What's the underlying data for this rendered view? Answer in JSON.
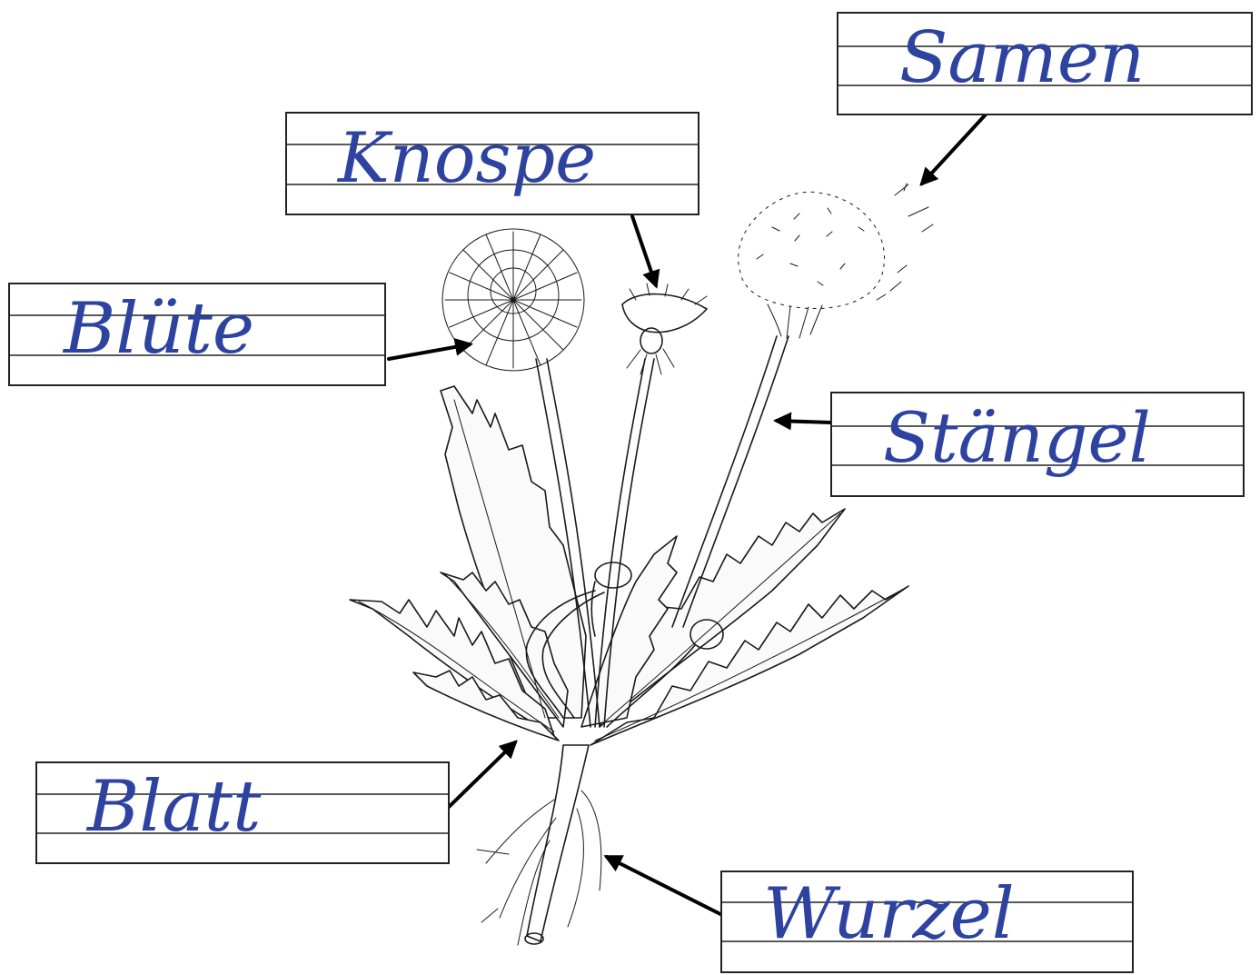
{
  "labels": {
    "samen": "Samen",
    "knospe": "Knospe",
    "bluete": "Blüte",
    "staengel": "Stängel",
    "blatt": "Blatt",
    "wurzel": "Wurzel"
  },
  "colors": {
    "handwriting": "#2e43a0",
    "lines": "#222222",
    "arrows": "#000000"
  }
}
